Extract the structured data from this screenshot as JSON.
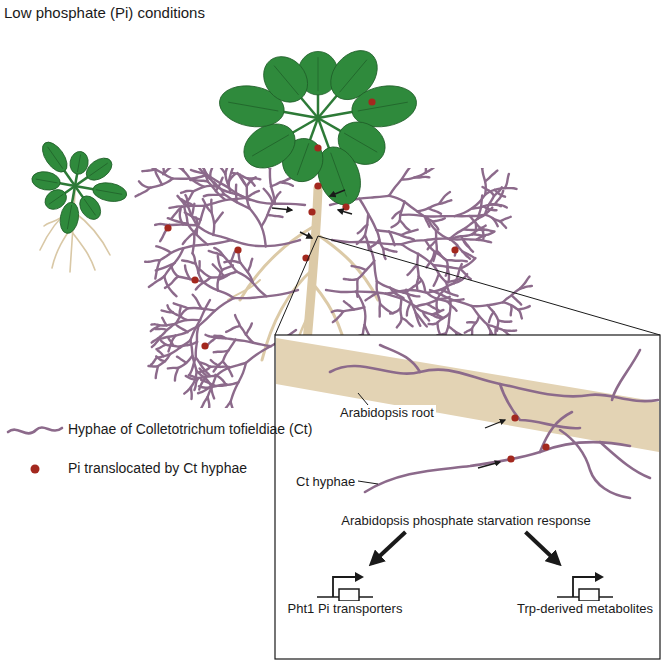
{
  "diagram": {
    "nodes": [
      {
        "text": [
          "Arabidopsis phosphate starvation response"
        ]
      },
      {
        "text": [
          "Pht1 Pi transporters"
        ]
      },
      {
        "text": [
          "Trp-derived metabolites"
        ]
      }
    ],
    "edges": [
      {
        "from": 0,
        "to": 1,
        "arrow": "to"
      },
      {
        "from": 0,
        "to": 2,
        "arrow": "to"
      }
    ],
    "labels": [
      "Low phosphate (Pi) conditions",
      "Arabidopsis root",
      "Ct hyphae"
    ],
    "legend": [
      {
        "text": "Hyphae of Colletotrichum tofieldiae (Ct)"
      },
      {
        "text": "Pi translocated by Ct hyphae",
        "color": "#a3281e"
      }
    ]
  }
}
